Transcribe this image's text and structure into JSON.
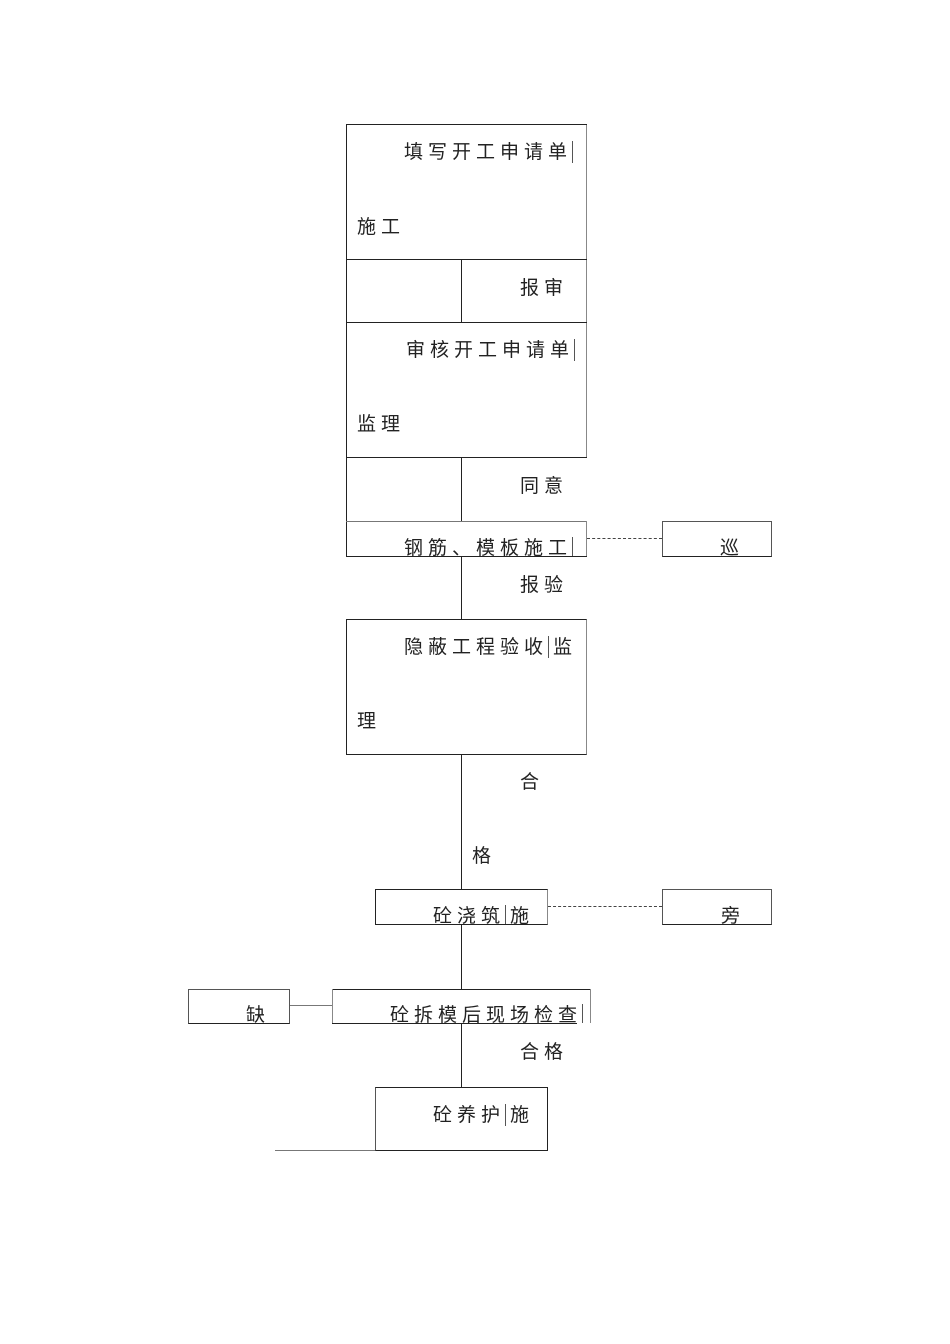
{
  "flowchart": {
    "title": "",
    "nodes": {
      "fill_application": {
        "text": "填写开工申请单",
        "role": "施工"
      },
      "submit_review_label": "报审",
      "review_application": {
        "text": "审核开工申请单",
        "role": "监理"
      },
      "agree_label": "同意",
      "rebar_formwork": {
        "text": "钢筋、模板施工"
      },
      "patrol": {
        "text": "巡"
      },
      "submit_inspection_label": "报验",
      "concealed_acceptance": {
        "text": "隐蔽工程验收",
        "role_first": "监",
        "role_second": "理"
      },
      "qualified_label_1": "合",
      "qualified_label_2": "格",
      "concrete_pour": {
        "text": "砼浇筑",
        "role": "施"
      },
      "side_station": {
        "text": "旁"
      },
      "defect": {
        "text": "缺"
      },
      "post_demold_check": {
        "text": "砼拆模后现场检查"
      },
      "qualified_label_3": "合格",
      "concrete_curing": {
        "text": "砼养护",
        "role": "施"
      }
    },
    "edges": [
      {
        "from": "fill_application",
        "to": "review_application",
        "label": "报审",
        "style": "solid"
      },
      {
        "from": "review_application",
        "to": "rebar_formwork",
        "label": "同意",
        "style": "solid"
      },
      {
        "from": "rebar_formwork",
        "to": "patrol",
        "label": "",
        "style": "dashed"
      },
      {
        "from": "rebar_formwork",
        "to": "concealed_acceptance",
        "label": "报验",
        "style": "solid"
      },
      {
        "from": "concealed_acceptance",
        "to": "concrete_pour",
        "label": "合格",
        "style": "solid"
      },
      {
        "from": "concrete_pour",
        "to": "side_station",
        "label": "",
        "style": "dashed"
      },
      {
        "from": "concrete_pour",
        "to": "post_demold_check",
        "label": "",
        "style": "solid"
      },
      {
        "from": "post_demold_check",
        "to": "defect",
        "label": "",
        "style": "solid"
      },
      {
        "from": "post_demold_check",
        "to": "concrete_curing",
        "label": "合格",
        "style": "solid"
      }
    ]
  }
}
